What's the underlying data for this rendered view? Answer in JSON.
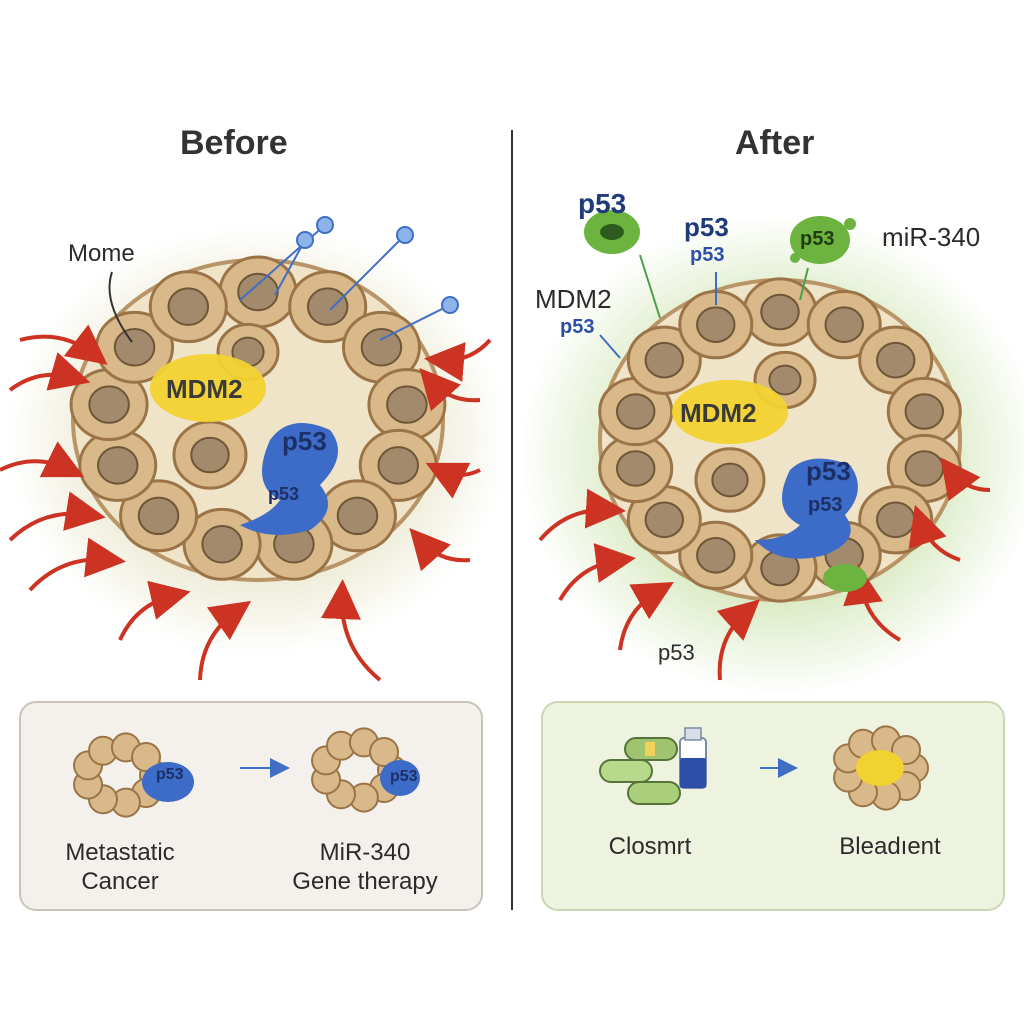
{
  "colors": {
    "cell_fill": "#d9b98a",
    "cell_outline": "#9a7447",
    "nucleus": "#a48a6c",
    "arrow_red": "#cc3322",
    "mdm2_yellow": "#f2d230",
    "p53_blue": "#3d6cc8",
    "mir_green": "#6db33f",
    "before_halo": "#ece9d2",
    "after_halo": "#dbe9c4",
    "before_box_bg": "#f4f1ec",
    "after_box_bg": "#edf3df",
    "divider": "#333333"
  },
  "before": {
    "title": "Before",
    "label_mome": "Mome",
    "label_mdm2": "MDM2",
    "label_p53": "p53",
    "label_p53_faded": "p53",
    "box": {
      "left_caption_line1": "Metastatic",
      "left_caption_line2": "Cancer",
      "badge_p53": "p53",
      "right_caption_line1": "MiR-340",
      "right_caption_line2": "Gene therapy",
      "badge_p53_right": "p53"
    }
  },
  "after": {
    "title": "After",
    "label_p53_top_left": "p53",
    "label_p53_top_mid": "p53",
    "label_p53_top_mid2": "p53",
    "label_p53_green": "p53",
    "label_mir340": "miR-340",
    "label_mdm2_side": "MDM2",
    "label_p53_side": "p53",
    "label_mdm2": "MDM2",
    "label_p53": "p53",
    "label_p53_inner": "p53",
    "label_p53_bottom": "p53",
    "box": {
      "left_caption": "Closmrt",
      "right_caption": "Bleadıent"
    }
  }
}
